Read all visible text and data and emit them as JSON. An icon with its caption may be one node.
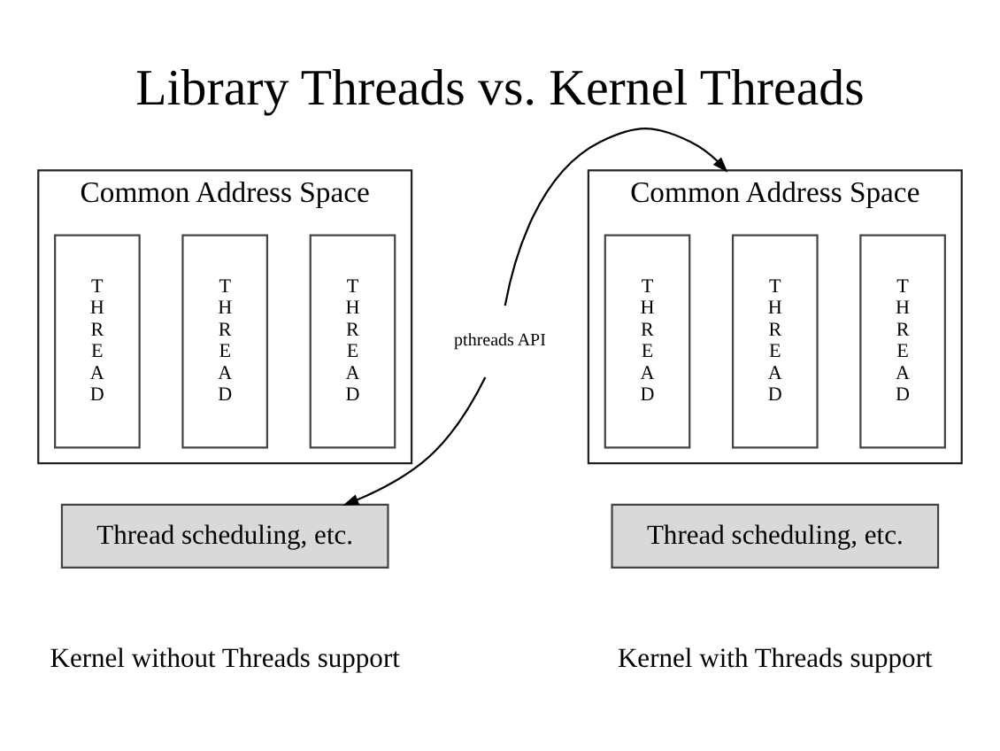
{
  "diagram": {
    "title": "Library Threads vs. Kernel Threads",
    "nodes": [
      {
        "text": [
          "Common Address Space"
        ]
      },
      {
        "text": [
          "THREAD"
        ],
        "in": 0
      },
      {
        "text": [
          "THREAD"
        ],
        "in": 0
      },
      {
        "text": [
          "THREAD"
        ],
        "in": 0
      },
      {
        "text": [
          "Thread scheduling, etc."
        ],
        "beside": [
          "Kernel without Threads support"
        ]
      },
      {
        "text": [
          "Common Address Space"
        ]
      },
      {
        "text": [
          "THREAD"
        ],
        "in": 5
      },
      {
        "text": [
          "THREAD"
        ],
        "in": 5
      },
      {
        "text": [
          "THREAD"
        ],
        "in": 5
      },
      {
        "text": [
          "Thread scheduling, etc."
        ],
        "beside": [
          "Kernel with Threads support"
        ]
      },
      {
        "text": [
          "pthreads API"
        ]
      }
    ],
    "edges": [
      {
        "from": 10,
        "to": 4,
        "arrow": "to"
      },
      {
        "from": 10,
        "to": 5,
        "arrow": "to"
      }
    ]
  }
}
